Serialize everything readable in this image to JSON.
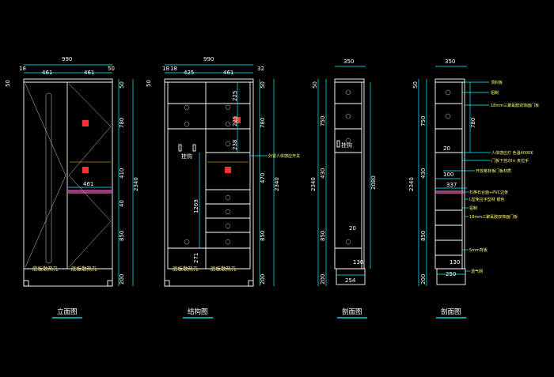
{
  "views": [
    {
      "id": "elevation",
      "title": "立面图",
      "top_dims": [
        "990",
        "18",
        "461",
        "461",
        "50"
      ],
      "right_dims": [
        "780",
        "410",
        "40",
        "850",
        "200"
      ],
      "left_dims": [
        "50"
      ],
      "total": "2340",
      "inner_dim": "461",
      "vent_labels": [
        "底板散热孔",
        "底板散热孔"
      ]
    },
    {
      "id": "structure",
      "title": "结构图",
      "top_dims": [
        "990",
        "18",
        "18",
        "425",
        "461",
        "32"
      ],
      "right_dims": [
        "780",
        "470",
        "850",
        "200"
      ],
      "left_dims": [
        "50"
      ],
      "total": "2340",
      "inner_dims": [
        "225",
        "225",
        "238",
        "1269",
        "271"
      ],
      "hang_label": "挂钩",
      "callout": "外置人体感应开关",
      "vent_labels": [
        "底板散热孔",
        "底板散热孔"
      ]
    },
    {
      "id": "section1",
      "title": "剖面图",
      "top_dims": [
        "350"
      ],
      "right_dims": [
        "2080"
      ],
      "left_dims": [
        "50",
        "750",
        "430",
        "850",
        "200"
      ],
      "total": "2340",
      "inner_dims": [
        "20",
        "130",
        "254"
      ],
      "hang_label": "挂钩"
    },
    {
      "id": "section2",
      "title": "剖面图",
      "top_dims": [
        "350"
      ],
      "right_dims": [
        "780"
      ],
      "left_dims": [
        "50",
        "750",
        "430",
        "850",
        "200"
      ],
      "total": "2340",
      "inner_dims": [
        "20",
        "100",
        "337",
        "130",
        "250"
      ],
      "callouts": [
        "顶封板",
        "铝制",
        "18mm三聚氰胺双饰面门板",
        "人体感应灯 色温4000K",
        "门板下挂20× 夹拉手",
        "开放格背板门板材质",
        "石英石台面+PVC边条",
        "L型免拉手型材 银色",
        "铝制",
        "18mm三聚氰胺双饰面门板",
        "5mm背板",
        "透气网"
      ]
    }
  ],
  "colors": {
    "background": "#000000",
    "dimension": "#00ffff",
    "outline": "#ffffff",
    "annotation": "#ffff66",
    "accent_red": "#ff3030"
  }
}
